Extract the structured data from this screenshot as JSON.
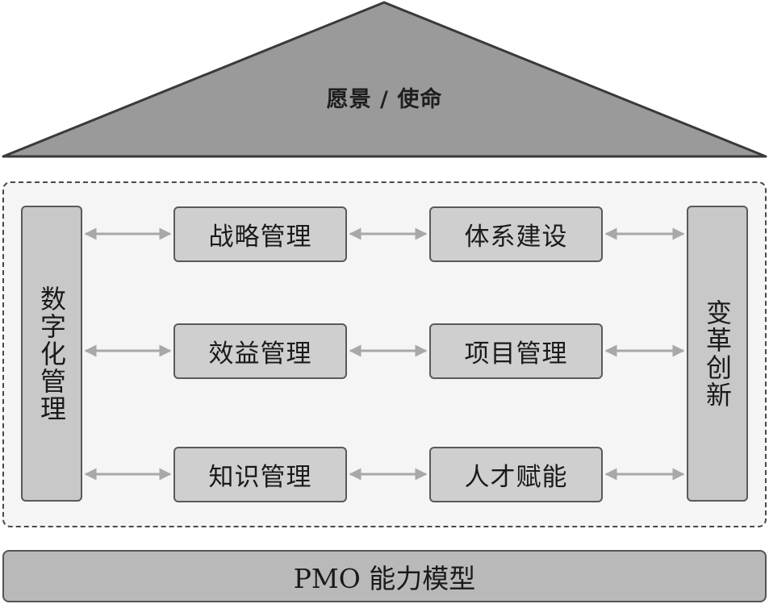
{
  "roof": {
    "title": "愿景 / 使命"
  },
  "pillars": {
    "left": "数字化管理",
    "right": "变革创新"
  },
  "boxes": {
    "strategy": "战略管理",
    "system": "体系建设",
    "benefit": "效益管理",
    "project": "项目管理",
    "knowledge": "知识管理",
    "talent": "人才赋能"
  },
  "base": {
    "label": "PMO 能力模型"
  },
  "colors": {
    "roof_fill": "#9a9a9a",
    "box_fill": "#cfcfcf",
    "pillar_fill": "#c8c8c8",
    "base_fill": "#b9b9b9",
    "arrow": "#a8a8a8"
  }
}
